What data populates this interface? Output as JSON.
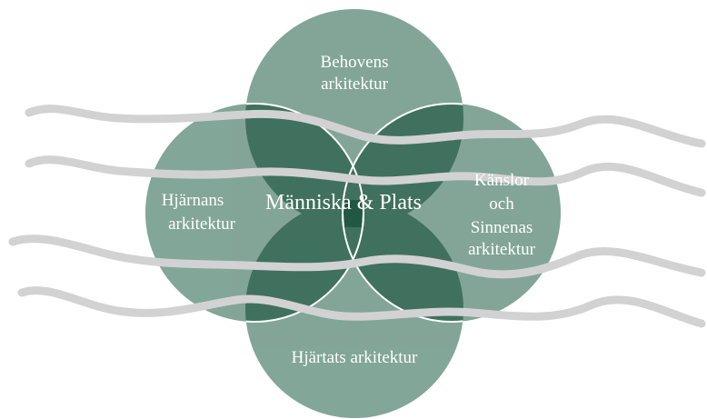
{
  "colors": {
    "circle_fill": "#5f8d7a",
    "overlap_fill": "#2f6550",
    "center_fill": "#1f5440",
    "outline": "#ffffff",
    "streak": "#d2d2d2",
    "text": "#ffffff"
  },
  "diagram": {
    "center_label": "Människa & Plats",
    "top": {
      "line1": "Behovens",
      "line2": "arkitektur"
    },
    "left": {
      "line1": "Hjärnans",
      "line2": "arkitektur"
    },
    "right": {
      "line1": "Känslor",
      "line2": "och",
      "line3": "Sinnenas",
      "line4": "arkitektur"
    },
    "bottom": {
      "line1": "Hjärtats arkitektur"
    }
  }
}
